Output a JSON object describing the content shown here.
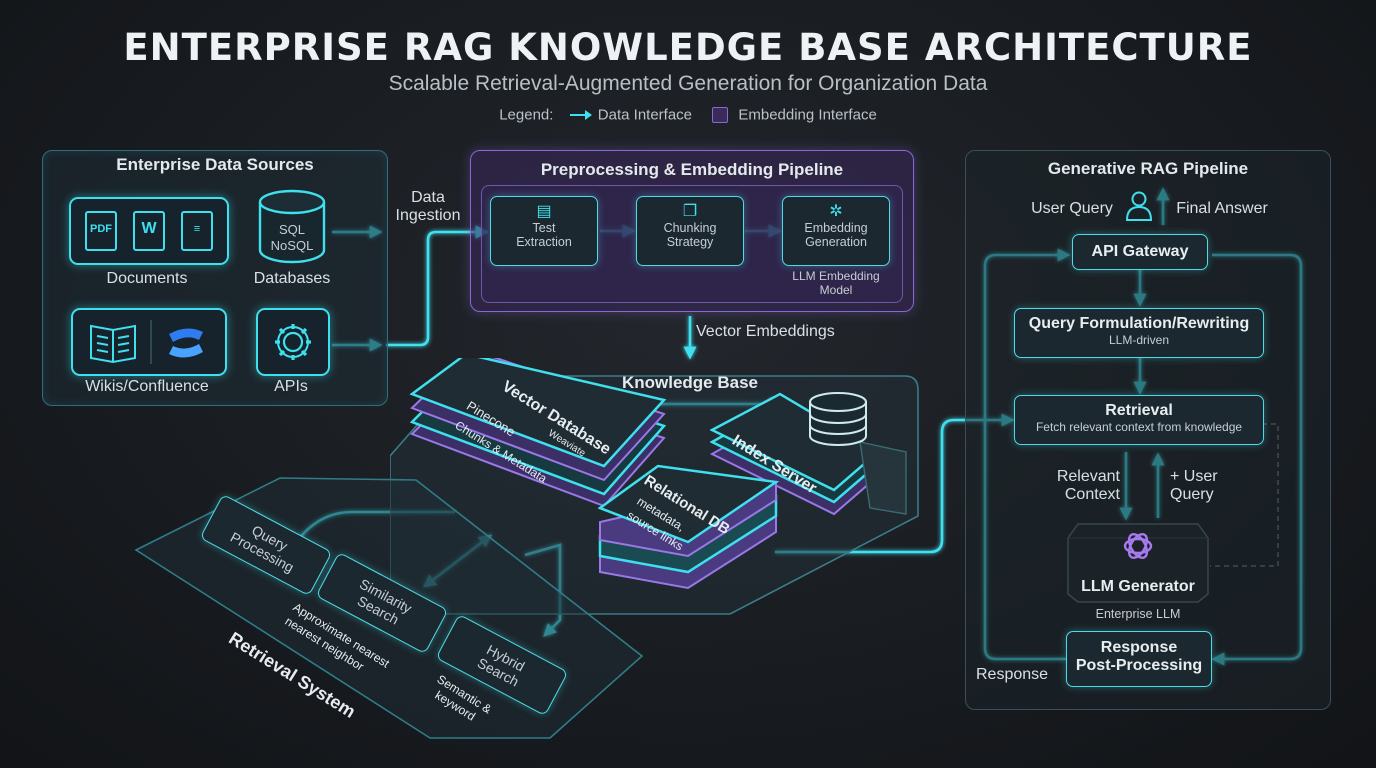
{
  "header": {
    "title": "ENTERPRISE RAG KNOWLEDGE BASE ARCHITECTURE",
    "subtitle": "Scalable Retrieval-Augmented Generation for Organization Data",
    "legend_label": "Legend:",
    "legend_data": "Data Interface",
    "legend_embedding": "Embedding Interface"
  },
  "sources": {
    "title": "Enterprise Data Sources",
    "documents": "Documents",
    "doc_pdf": "PDF",
    "doc_word": "W",
    "databases": "Databases",
    "db_sql": "SQL",
    "db_nosql": "NoSQL",
    "wikis": "Wikis/Confluence",
    "apis": "APIs",
    "ingestion": [
      "Data",
      "Ingestion"
    ]
  },
  "pipeline": {
    "title": "Preprocessing & Embedding Pipeline",
    "steps": [
      [
        "Test",
        "Extraction"
      ],
      [
        "Chunking",
        "Strategy"
      ],
      [
        "Embedding",
        "Generation"
      ]
    ],
    "model_note": [
      "LLM Embedding",
      "Model"
    ],
    "vector_embeddings": "Vector Embeddings"
  },
  "knowledge": {
    "title": "Knowledge Base",
    "vector_db": "Vector Database",
    "pinecone": "Pinecone",
    "weaviate": "Weaviate",
    "chunks": "Chunks & Metadata",
    "relational_db": "Relational DB",
    "relational_note": [
      "metadata,",
      "source links"
    ],
    "index_server": "Index Server"
  },
  "retrieval_system": {
    "title": "Retrieval System",
    "query_processing": [
      "Query",
      "Processing"
    ],
    "similarity_search": [
      "Similarity",
      "Search"
    ],
    "similarity_note": [
      "Approximate nearest",
      "nearest neighbor"
    ],
    "hybrid_search": [
      "Hybrid",
      "Search"
    ],
    "hybrid_note": [
      "Semantic &",
      "keyword"
    ]
  },
  "rag": {
    "title": "Generative RAG Pipeline",
    "user_query": "User Query",
    "final_answer": "Final Answer",
    "api_gateway": "API Gateway",
    "query_formulation": "Query Formulation/Rewriting",
    "llm_driven": "LLM-driven",
    "retrieval": "Retrieval",
    "retrieval_note": "Fetch relevant context from knowledge",
    "relevant_context": [
      "Relevant",
      "Context"
    ],
    "plus_user_query": [
      "+ User",
      "Query"
    ],
    "llm_generator": "LLM Generator",
    "enterprise_llm": "Enterprise LLM",
    "response_post": [
      "Response",
      "Post-Processing"
    ],
    "response": "Response"
  },
  "colors": {
    "accent": "#3fe0ee",
    "purple": "#8a68d8",
    "background": "#16191d"
  }
}
